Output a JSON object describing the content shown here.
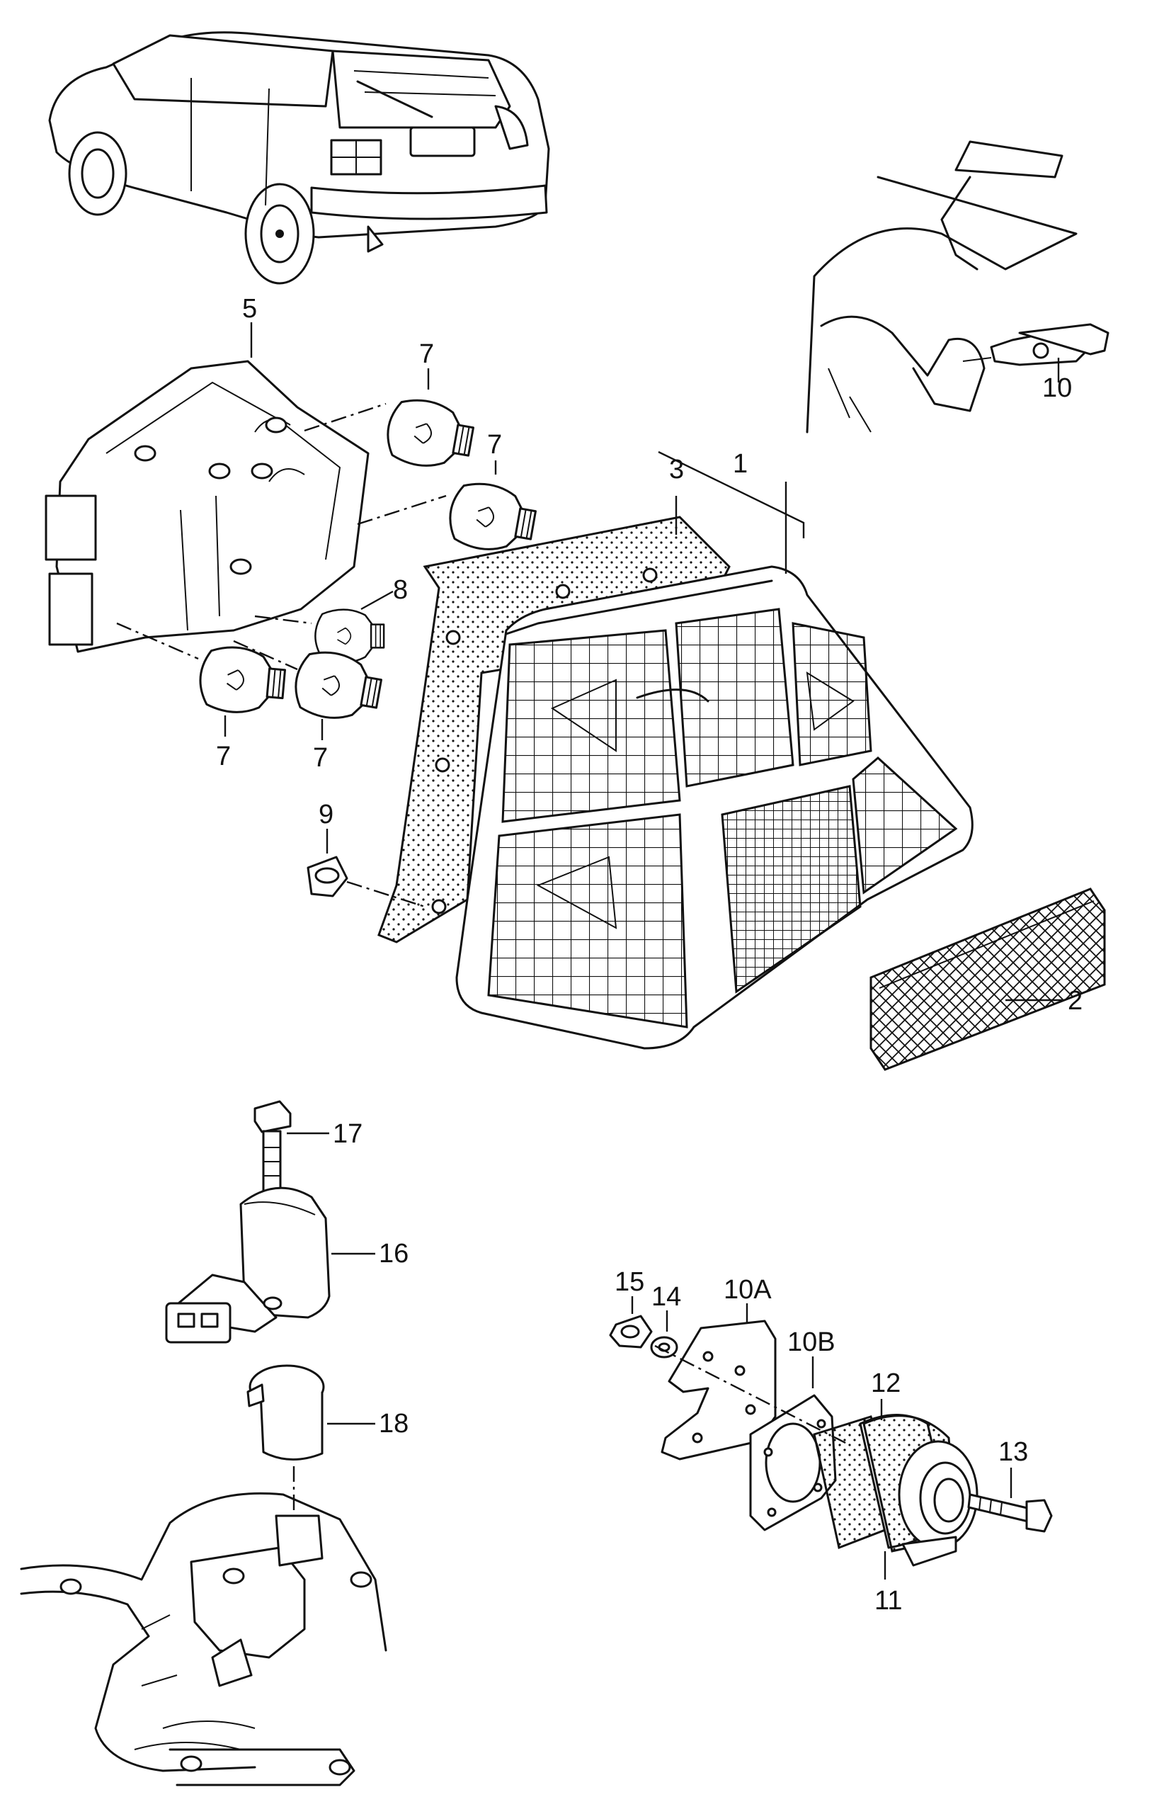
{
  "colors": {
    "ink": "#111111",
    "paper": "#ffffff"
  },
  "illustrations": [
    "car-rear-view",
    "tail-light-housing",
    "bulb-holder",
    "tow-socket",
    "relay",
    "engine-mount-bracket",
    "trunk-lid-bracket"
  ],
  "callouts": {
    "c1": "1",
    "c2": "2",
    "c3": "3",
    "c5": "5",
    "c7a": "7",
    "c7b": "7",
    "c7c": "7",
    "c7d": "7",
    "c8": "8",
    "c9": "9",
    "c10": "10",
    "c10a": "10A",
    "c10b": "10B",
    "c11": "11",
    "c12": "12",
    "c13": "13",
    "c14": "14",
    "c15": "15",
    "c16": "16",
    "c17": "17",
    "c18": "18"
  }
}
